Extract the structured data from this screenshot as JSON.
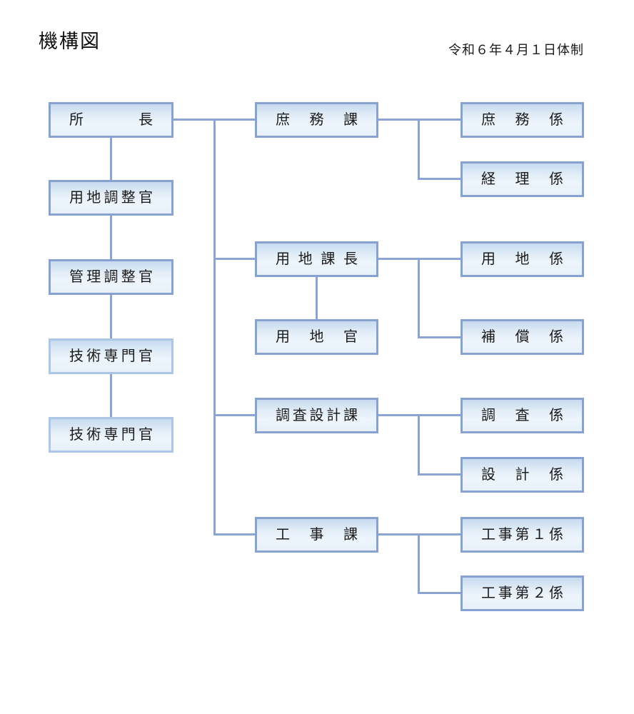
{
  "page": {
    "title": "機構図",
    "date_label": "令和６年４月１日体制"
  },
  "colors": {
    "box_border": "#87a2d0",
    "box_border_light": "#abc7e5",
    "box_fill_top": "#c7daee",
    "box_fill_bottom": "#eef5fc",
    "connector": "#8ca4d3",
    "text": "#1b1b1b"
  },
  "boxes": [
    {
      "id": "shocho",
      "label": "所長"
    },
    {
      "id": "yochi-choseikan",
      "label": "用地調整官"
    },
    {
      "id": "kanri-choseikan",
      "label": "管理調整官"
    },
    {
      "id": "gijutsu-senmonkan-1",
      "label": "技術専門官"
    },
    {
      "id": "gijutsu-senmonkan-2",
      "label": "技術専門官"
    },
    {
      "id": "shomu-ka",
      "label": "庶務課"
    },
    {
      "id": "yochi-kacho",
      "label": "用地課長"
    },
    {
      "id": "yochi-kan",
      "label": "用地官"
    },
    {
      "id": "chosa-sekkei-ka",
      "label": "調査設計課"
    },
    {
      "id": "koji-ka",
      "label": "工事課"
    },
    {
      "id": "shomu-kakari",
      "label": "庶務係"
    },
    {
      "id": "keiri-kakari",
      "label": "経理係"
    },
    {
      "id": "yochi-kakari",
      "label": "用地係"
    },
    {
      "id": "hosho-kakari",
      "label": "補償係"
    },
    {
      "id": "chosa-kakari",
      "label": "調査係"
    },
    {
      "id": "sekkei-kakari",
      "label": "設計係"
    },
    {
      "id": "koji-dai1-kakari",
      "label": "工事第１係"
    },
    {
      "id": "koji-dai2-kakari",
      "label": "工事第２係"
    }
  ],
  "edges": [
    {
      "from": "所長",
      "to": "用地調整官"
    },
    {
      "from": "用地調整官",
      "to": "管理調整官"
    },
    {
      "from": "管理調整官",
      "to": "技術専門官"
    },
    {
      "from": "技術専門官",
      "to": "技術専門官"
    },
    {
      "from": "所長",
      "to": "庶務課"
    },
    {
      "from": "所長",
      "to": "用地課長"
    },
    {
      "from": "所長",
      "to": "調査設計課"
    },
    {
      "from": "所長",
      "to": "工事課"
    },
    {
      "from": "庶務課",
      "to": "庶務係"
    },
    {
      "from": "庶務課",
      "to": "経理係"
    },
    {
      "from": "用地課長",
      "to": "用地官"
    },
    {
      "from": "用地課長",
      "to": "用地係"
    },
    {
      "from": "用地課長",
      "to": "補償係"
    },
    {
      "from": "調査設計課",
      "to": "調査係"
    },
    {
      "from": "調査設計課",
      "to": "設計係"
    },
    {
      "from": "工事課",
      "to": "工事第１係"
    },
    {
      "from": "工事課",
      "to": "工事第２係"
    }
  ]
}
